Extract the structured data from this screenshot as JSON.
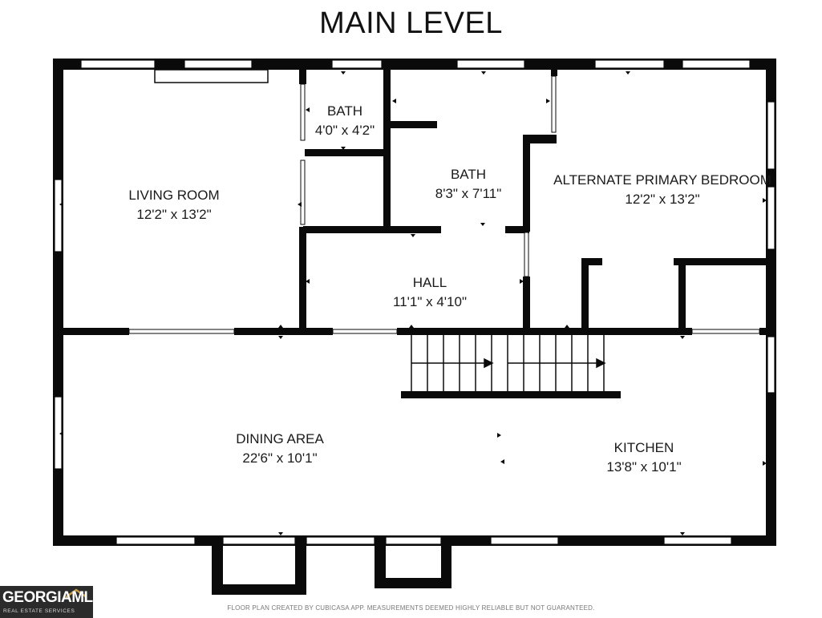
{
  "title": "MAIN LEVEL",
  "rooms": [
    {
      "name": "LIVING ROOM",
      "dims": "12'2\" x 13'2\""
    },
    {
      "name": "BATH",
      "dims": "4'0\" x 4'2\""
    },
    {
      "name": "BATH",
      "dims": "8'3\" x 7'11\""
    },
    {
      "name": "ALTERNATE PRIMARY BEDROOM",
      "dims": "12'2\" x 13'2\""
    },
    {
      "name": "HALL",
      "dims": "11'1\" x 4'10\""
    },
    {
      "name": "DINING AREA",
      "dims": "22'6\" x 10'1\""
    },
    {
      "name": "KITCHEN",
      "dims": "13'8\" x 10'1\""
    }
  ],
  "footer": "FLOOR PLAN CREATED BY CUBICASA APP. MEASUREMENTS DEEMED HIGHLY RELIABLE BUT NOT GUARANTEED.",
  "logo": {
    "name": "GEORGIAMLS",
    "tagline": "REAL ESTATE SERVICES"
  },
  "colors": {
    "wall": "#0a0a0a",
    "window": "#ffffff",
    "background": "#ffffff"
  }
}
